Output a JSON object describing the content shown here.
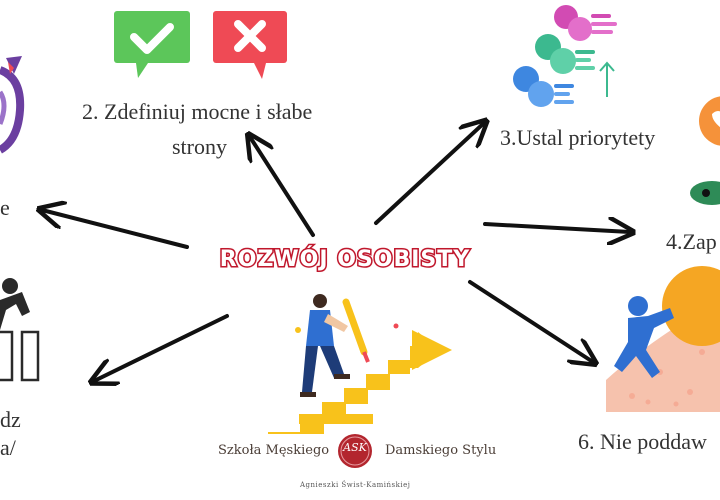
{
  "title": "ROZWÓJ OSOBISTY",
  "labels": {
    "item2_line1": "2. Zdefiniuj mocne i słabe",
    "item2_line2": "strony",
    "item3": "3.Ustal priorytety",
    "item4": "4.Zap",
    "item6": "6. Nie poddaw",
    "left_top": "e",
    "left_bottom_1": "dz",
    "left_bottom_2": "a/"
  },
  "icons": {
    "center": "stairs-climber-icon",
    "check": "check-bubble-icon",
    "cross": "cross-bubble-icon",
    "numbers": "numbered-list-bubbles-icon",
    "target": "target-arrow-icon",
    "heart": "heart-icon",
    "eye": "eye-icon",
    "push": "push-boulder-icon",
    "blocks": "stacking-blocks-icon",
    "logo": "ask-monogram-logo"
  },
  "brand": {
    "left": "Szkoła Męskiego",
    "right": "Damskiego Stylu",
    "logo_text": "ASK",
    "signature": "Agnieszki Świst-Kamińskiej"
  },
  "colors": {
    "title_outline": "#c0182d",
    "check": "#5cc65a",
    "cross": "#ef4a55",
    "stairs": "#f8c21b",
    "boulder": "#f5a623",
    "person": "#2f6fd1",
    "logo": "#b3262e"
  }
}
